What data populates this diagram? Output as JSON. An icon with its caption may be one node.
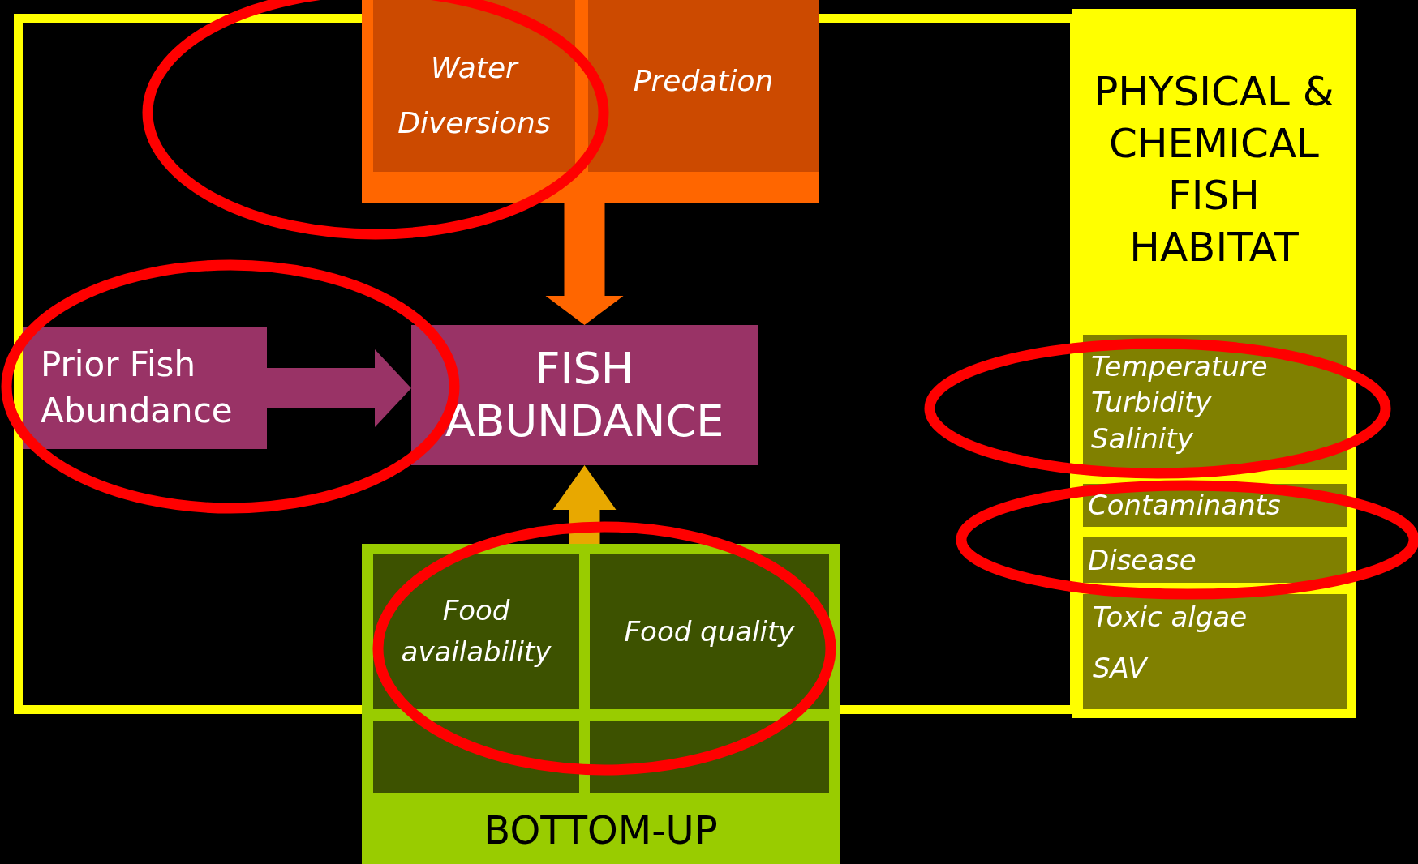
{
  "diagram": {
    "nodes": [
      {
        "text": [],
        "shape": "box"
      },
      {
        "text": [
          "Water Diversions"
        ],
        "in": 0
      },
      {
        "text": [
          "Predation"
        ],
        "in": 0
      },
      {
        "text": [
          "Prior Fish Abundance"
        ]
      },
      {
        "text": [
          "FISH ABUNDANCE"
        ]
      },
      {
        "text": [
          "BOTTOM-UP"
        ]
      },
      {
        "text": [
          "Food availability"
        ],
        "in": 5
      },
      {
        "text": [
          "Food quality"
        ],
        "in": 5
      },
      {
        "text": [],
        "shape": "box",
        "in": 5
      },
      {
        "text": [],
        "shape": "box",
        "in": 5
      },
      {
        "text": [
          "PHYSICAL & CHEMICAL FISH HABITAT"
        ]
      },
      {
        "text": [
          "Temperature",
          "Turbidity",
          "Salinity"
        ],
        "in": 10
      },
      {
        "text": [
          "Contaminants"
        ],
        "in": 10
      },
      {
        "text": [
          "Disease"
        ],
        "in": 10
      },
      {
        "text": [
          "Toxic algae",
          "SAV"
        ],
        "in": 10
      }
    ],
    "edges": [
      {
        "from": 0,
        "to": 4,
        "arrow": "to",
        "color": "#ff6600"
      },
      {
        "from": 3,
        "to": 4,
        "arrow": "to",
        "color": "#993366"
      },
      {
        "from": 5,
        "to": 4,
        "arrow": "to",
        "color": "#e8a800"
      }
    ]
  }
}
